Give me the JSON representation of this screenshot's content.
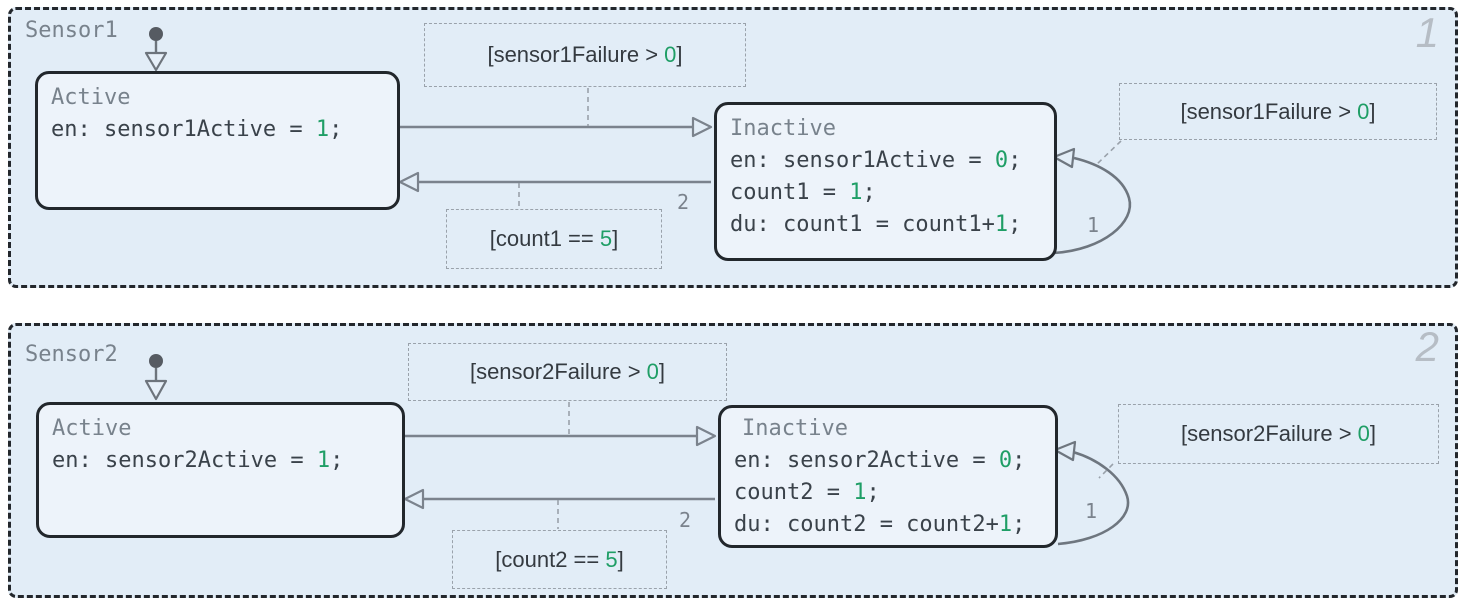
{
  "diagram": {
    "type": "stateflow-parallel-states",
    "colors": {
      "region_fill": "#e2edf7",
      "state_fill": "#edf3fa",
      "state_border": "#22272c",
      "region_border": "#23272c",
      "transition_gray": "#7b838d",
      "guard_dash": "#9aa2ab",
      "code_text": "#3a424a",
      "muted_text": "#78828c",
      "number_green": "#1f9e66",
      "badge_gray": "#b6bdc5"
    }
  },
  "sensors": [
    {
      "name": "Sensor1",
      "badge": "1",
      "states": {
        "active": {
          "title": "Active",
          "code": [
            [
              {
                "t": "en: sensor1Active = "
              },
              {
                "t": "1",
                "c": "num"
              },
              {
                "t": ";"
              }
            ]
          ]
        },
        "inactive": {
          "title": "Inactive",
          "code": [
            [
              {
                "t": "en: sensor1Active = "
              },
              {
                "t": "0",
                "c": "num"
              },
              {
                "t": ";"
              }
            ],
            [
              {
                "t": "count1 = "
              },
              {
                "t": "1",
                "c": "num"
              },
              {
                "t": ";"
              }
            ],
            [
              {
                "t": "du: count1 = count1+"
              },
              {
                "t": "1",
                "c": "num"
              },
              {
                "t": ";"
              }
            ]
          ]
        }
      },
      "guards": {
        "failure_top": [
          {
            "t": "[sensor1Failure > "
          },
          {
            "t": "0",
            "c": "num"
          },
          {
            "t": "]"
          }
        ],
        "count": [
          {
            "t": "[count1 == "
          },
          {
            "t": "5",
            "c": "num"
          },
          {
            "t": "]"
          }
        ],
        "failure_self": [
          {
            "t": "[sensor1Failure > "
          },
          {
            "t": "0",
            "c": "num"
          },
          {
            "t": "]"
          }
        ]
      },
      "transition_labels": {
        "return": "2",
        "self": "1"
      }
    },
    {
      "name": "Sensor2",
      "badge": "2",
      "states": {
        "active": {
          "title": "Active",
          "code": [
            [
              {
                "t": "en: sensor2Active = "
              },
              {
                "t": "1",
                "c": "num"
              },
              {
                "t": ";"
              }
            ]
          ]
        },
        "inactive": {
          "title": "Inactive",
          "code": [
            [
              {
                "t": "en: sensor2Active = "
              },
              {
                "t": "0",
                "c": "num"
              },
              {
                "t": ";"
              }
            ],
            [
              {
                "t": "count2 = "
              },
              {
                "t": "1",
                "c": "num"
              },
              {
                "t": ";"
              }
            ],
            [
              {
                "t": "du: count2 = count2+"
              },
              {
                "t": "1",
                "c": "num"
              },
              {
                "t": ";"
              }
            ]
          ]
        }
      },
      "guards": {
        "failure_top": [
          {
            "t": "[sensor2Failure > "
          },
          {
            "t": "0",
            "c": "num"
          },
          {
            "t": "]"
          }
        ],
        "count": [
          {
            "t": "[count2 == "
          },
          {
            "t": "5",
            "c": "num"
          },
          {
            "t": "]"
          }
        ],
        "failure_self": [
          {
            "t": "[sensor2Failure > "
          },
          {
            "t": "0",
            "c": "num"
          },
          {
            "t": "]"
          }
        ]
      },
      "transition_labels": {
        "return": "2",
        "self": "1"
      }
    }
  ]
}
